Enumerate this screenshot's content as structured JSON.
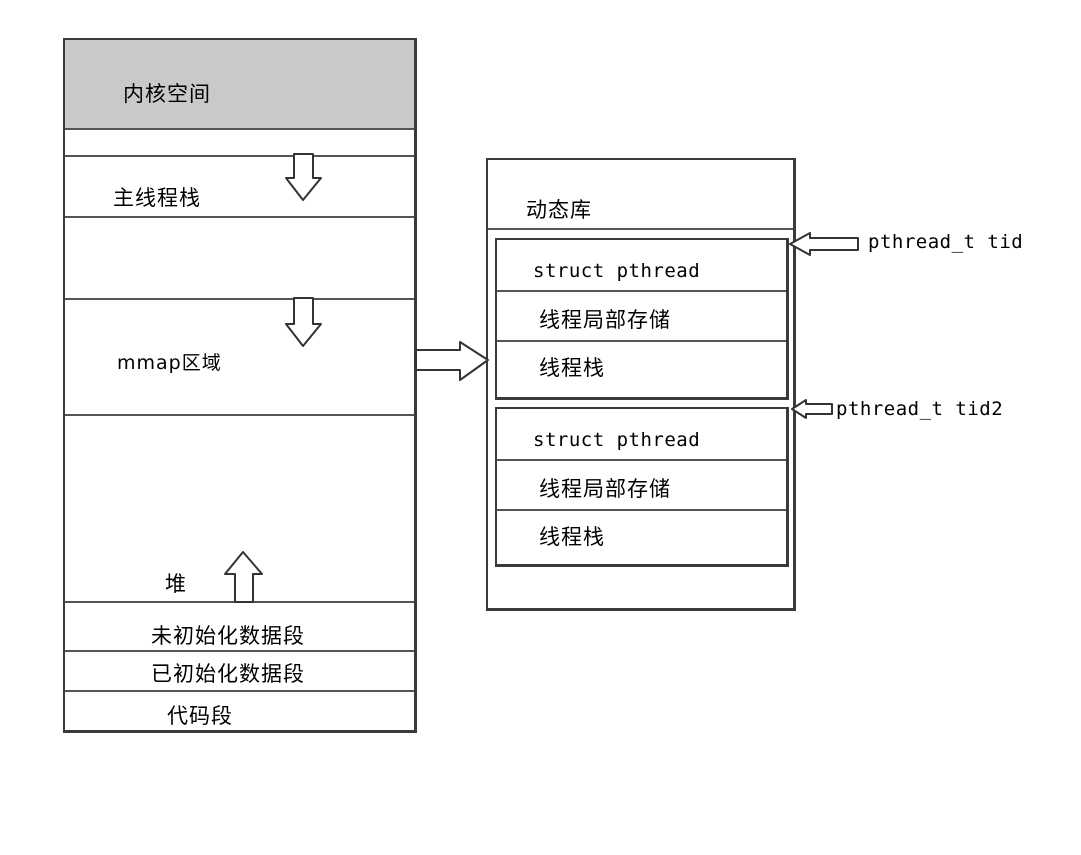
{
  "memory_layout": {
    "kernel_space": "内核空间",
    "main_thread_stack": "主线程栈",
    "mmap_region": "mmap区域",
    "heap": "堆",
    "bss_segment": "未初始化数据段",
    "data_segment": "已初始化数据段",
    "code_segment": "代码段"
  },
  "dynamic_library": {
    "title": "动态库",
    "threads": [
      {
        "struct_label": "struct pthread",
        "tls_label": "线程局部存储",
        "stack_label": "线程栈",
        "pointer_label": "pthread_t tid"
      },
      {
        "struct_label": "struct pthread",
        "tls_label": "线程局部存储",
        "stack_label": "线程栈",
        "pointer_label": "pthread_t tid2"
      }
    ]
  },
  "colors": {
    "kernel_fill": "#c9c9c9",
    "line": "#3a3a3a",
    "background": "#ffffff"
  },
  "icons": {
    "stack_growth": "down-arrow-icon",
    "mmap_growth": "down-arrow-icon",
    "heap_growth": "up-arrow-icon",
    "mmap_to_library": "right-arrow-icon",
    "tid_pointer": "left-arrow-icon"
  }
}
